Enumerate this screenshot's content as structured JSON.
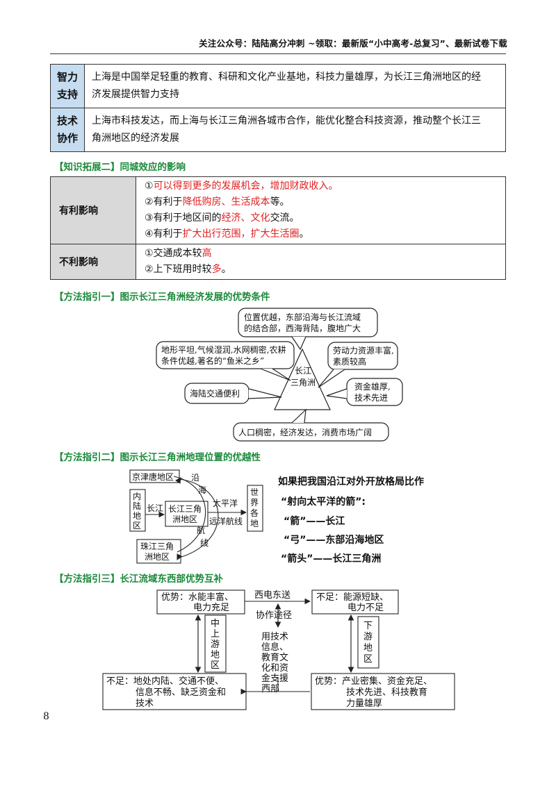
{
  "header": {
    "text": "关注公众号：陆陆高分冲刺 ~领取：最新版“小中高考-总复习”、最新试卷下载"
  },
  "table1": [
    {
      "key": "智力支持",
      "key_lines": [
        "智力",
        "支持"
      ],
      "lines": [
        "上海是中国举足轻重的教育、科研和文化产业基地，科技力量雄厚，为长江三角洲地区的经",
        "济发展提供智力支持"
      ]
    },
    {
      "key": "技术协作",
      "key_lines": [
        "技术",
        "协作"
      ],
      "lines": [
        "上海市科技发达，而上海与长江三角洲各城市合作，能优化整合科技资源，推动整个长江三",
        "角洲地区的经济发展"
      ]
    }
  ],
  "sections": {
    "s1": "【知识拓展二】同城效应的影响",
    "s2": "【方法指引一】图示长江三角洲经济发展的优势条件",
    "s3": "【方法指引二】图示长江三角洲地理位置的优越性",
    "s4": "【方法指引三】长江流域东西部优势互补"
  },
  "table2": {
    "favorable": {
      "key": "有利影响",
      "items": [
        {
          "a": "①",
          "b": "可以得到更多的发展机会，增加财政收入",
          "c": "。"
        },
        {
          "a": "②有利于",
          "b": "降低购房、生活成本",
          "c": "等。"
        },
        {
          "a": "③有利于地区间的",
          "b": "经济、文化",
          "c": "交流。"
        },
        {
          "a": "④有利于",
          "b": "扩大出行范围，扩大生活圈",
          "c": "。"
        }
      ]
    },
    "unfavorable": {
      "key": "不利影响",
      "items": [
        {
          "a": "①交通成本较",
          "b": "高",
          "c": ""
        },
        {
          "a": "②上下班用时较",
          "b": "多",
          "c": "。"
        }
      ]
    }
  },
  "diagram1": {
    "center": [
      "长江",
      "三角洲"
    ],
    "top": [
      "位置优越，东部沿海与长江流域",
      "的结合部，西海背陆，腹地广大"
    ],
    "upper_left": [
      "地形平坦,气候湿润,水网稠密,农耕",
      "条件优越,著名的“鱼米之乡”"
    ],
    "upper_right": [
      "劳动力资源丰富,",
      "素质较高"
    ],
    "left": "海陆交通便利",
    "right": [
      "资金雄厚,",
      "技术先进"
    ],
    "bottom": "人口稠密，经济发达，消费市场广阔"
  },
  "diagram2": {
    "jingjintang": "京津唐地区",
    "inland": [
      "内",
      "陆",
      "地",
      "区"
    ],
    "center": [
      "长江三角",
      "洲地区"
    ],
    "zhujiang": [
      "珠江三角",
      "洲地区"
    ],
    "world": [
      "世",
      "界",
      "各",
      "地"
    ],
    "yanhai": [
      "沿",
      "海"
    ],
    "hangxian": [
      "航",
      "线"
    ],
    "changjiang": "长江",
    "taipingyang": "太平洋",
    "yuanyang": "远洋航线",
    "notes": [
      "如果把我国沿江对外开放格局比作",
      "“射向太平洋的箭”:",
      "“箭”——长江",
      "“弓”——东部沿海地区",
      "“箭头”——长江三角洲"
    ]
  },
  "diagram3": {
    "tl": [
      "优势：水能丰富、",
      "电力充足"
    ],
    "tr": [
      "不足：能源短缺、",
      "电力不足"
    ],
    "bl": [
      "不足：地处内陆、交通不便、",
      "信息不畅、缺乏资金和",
      "技术"
    ],
    "br": [
      "优势：产业密集、资金充足、",
      "技术先进、科技教育",
      "力量雄厚"
    ],
    "west_east": "西电东送",
    "cooperation": "协作途径",
    "middle": [
      "用技术",
      "信息、",
      "教育文",
      "化和资",
      "金支援",
      "西部"
    ],
    "upper_label": [
      "中",
      "上",
      "游",
      "地",
      "区"
    ],
    "lower_label": [
      "下",
      "游",
      "地",
      "区"
    ]
  },
  "page_number": "8"
}
